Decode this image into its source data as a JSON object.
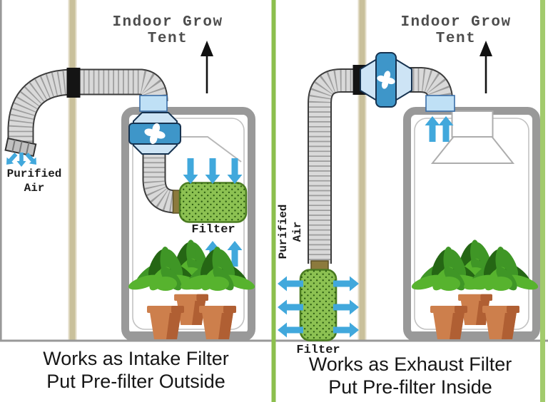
{
  "panels": [
    {
      "title": "Indoor Grow Tent",
      "purified_line1": "Purified",
      "purified_line2": "Air",
      "filter_label": "Filter",
      "caption_line1": "Works as Intake Filter",
      "caption_line2": "Put Pre-filter Outside"
    },
    {
      "title": "Indoor Grow Tent",
      "purified_line1": "Purified",
      "purified_line2": "Air",
      "filter_label": "Filter",
      "caption_line1": "Works as Exhaust Filter",
      "caption_line2": "Put Pre-filter Inside"
    }
  ],
  "colors": {
    "divider_green": "#8cbf4e",
    "border_green": "#a2cb6c",
    "wall_tan": "#c9c09b",
    "wall_tan_edge": "#e4deca",
    "tent_gray": "#999999",
    "inner_line_gray": "#c2c2c2",
    "duct_fill": "#d9d9d9",
    "duct_stripe": "#9c9c9c",
    "duct_outline": "#3c3c3c",
    "arrow_blue": "#41a8dc",
    "filter_green": "#8cc152",
    "filter_border": "#4c7d22",
    "filter_dot": "#2a5a10",
    "fan_blue": "#3e96c9",
    "fan_light": "#cde4f5",
    "fan_outline": "#16324f",
    "connector_blue": "#bfe0f6",
    "connector_blue_edge": "#3a6ea8",
    "connector_brown": "#8c7a3d",
    "connector_brown_edge": "#5d5126",
    "pot_terracotta": "#cd7f4c",
    "pot_dark": "#b05f33",
    "leaf_light": "#57b32e",
    "leaf_mid": "#3f9626",
    "leaf_dark": "#256614",
    "floor_gray": "#999999",
    "hood_line": "#adadad",
    "black": "#141414",
    "title_gray": "#4d4d4d",
    "text_dark": "#1d1d1d"
  }
}
